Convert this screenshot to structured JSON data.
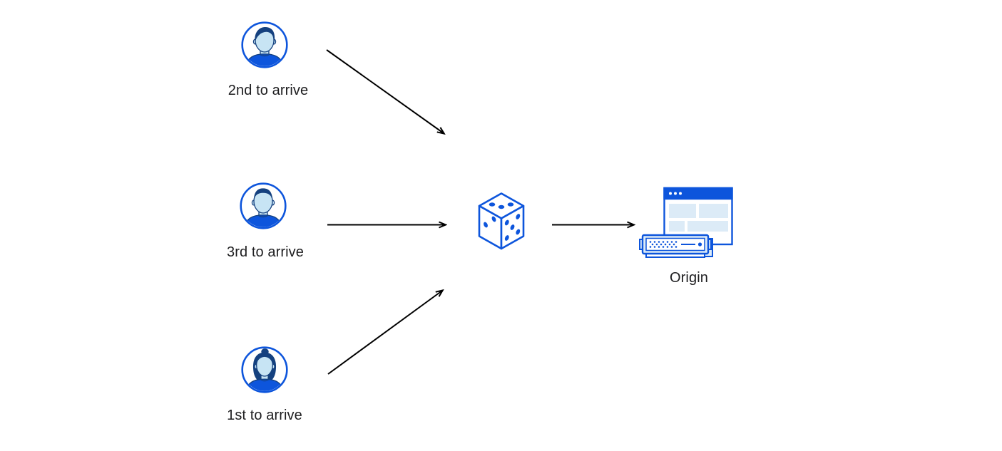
{
  "colors": {
    "primary_blue": "#0d55dc",
    "dark_navy": "#15417f",
    "light_blue": "#c7e4f4",
    "pale_blue": "#dcebf7",
    "arrow_black": "#000000",
    "text_color": "#1d1d1f",
    "page_bg": "#ffffff"
  },
  "diagram": {
    "clients": [
      {
        "label": "2nd to arrive",
        "avatar_icon": "man-swoop-hair-avatar-icon"
      },
      {
        "label": "3rd to arrive",
        "avatar_icon": "man-short-hair-avatar-icon"
      },
      {
        "label": "1st to arrive",
        "avatar_icon": "woman-bun-avatar-icon"
      }
    ],
    "randomizer": {
      "icon": "dice-icon"
    },
    "origin": {
      "label": "Origin",
      "icon": "origin-browser-server-icon"
    },
    "arrows": [
      {
        "from": "client-2nd",
        "to": "dice"
      },
      {
        "from": "client-3rd",
        "to": "dice"
      },
      {
        "from": "client-1st",
        "to": "dice"
      },
      {
        "from": "dice",
        "to": "origin"
      }
    ]
  }
}
